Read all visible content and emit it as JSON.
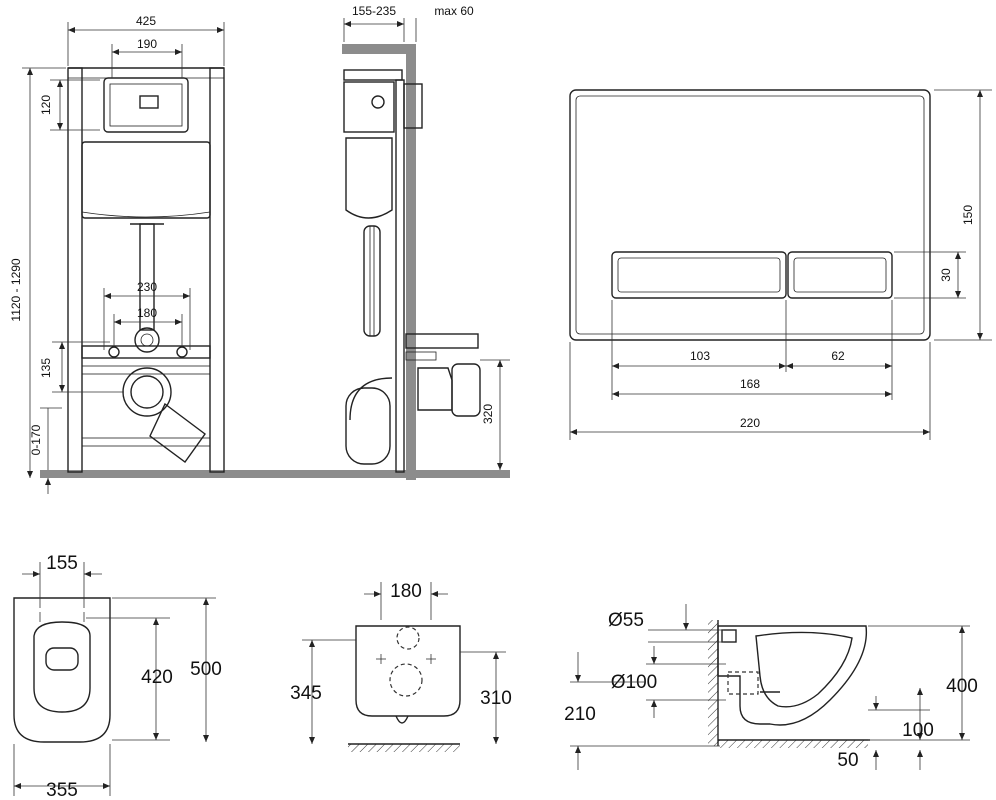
{
  "dimensions": {
    "frame_width": "425",
    "panel_width": "190",
    "panel_height": "120",
    "total_height": "1120 - 1290",
    "bolt_spacing_outer": "230",
    "bolt_spacing_inner": "180",
    "outlet_height": "135",
    "foot_adjust": "0-170",
    "wall_depth": "155-235",
    "max_depth": "max 60",
    "side_height": "320",
    "plate_height": "150",
    "button_height": "30",
    "button_left": "103",
    "button_right": "62",
    "buttons_total": "168",
    "plate_width": "220",
    "bowl_seat_width": "155",
    "bowl_length_inner": "420",
    "bowl_length": "500",
    "bowl_width": "355",
    "fix_spacing": "180",
    "front_height_left": "345",
    "front_height_right": "310",
    "inlet_diameter": "Ø55",
    "outlet_diameter": "Ø100",
    "outlet_center_height": "210",
    "bowl_height": "400",
    "rim_offset": "100",
    "base_offset": "50"
  }
}
